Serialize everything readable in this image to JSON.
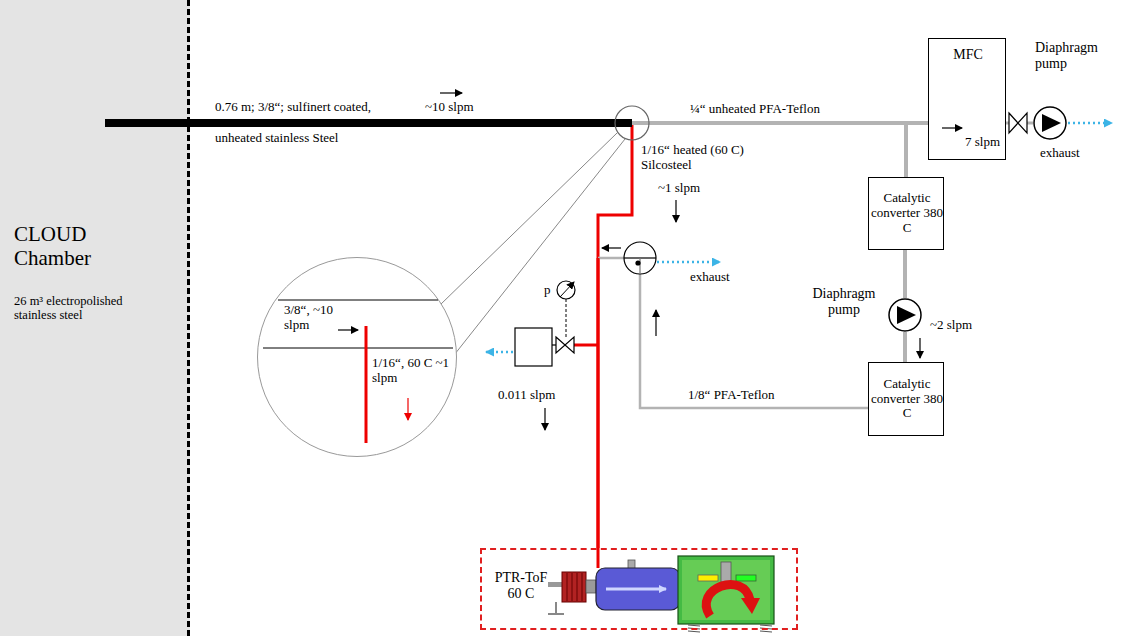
{
  "diagram": {
    "nodes": [
      {
        "text": [
          "CLOUD Chamber",
          "26 m³ electropolished stainless steel"
        ]
      },
      {
        "text": [
          "3/8“, ~10 slpm",
          "1/16“, 60 C ~1 slpm"
        ]
      },
      {
        "text": [
          "MFC",
          "7 slpm"
        ]
      },
      {
        "text": [
          "Diaphragm pump"
        ]
      },
      {
        "text": [
          "Catalytic converter 380 C"
        ]
      },
      {
        "text": [
          "Diaphragm pump"
        ]
      },
      {
        "text": [
          "Catalytic converter 380 C"
        ]
      },
      {
        "text": [
          "PTR-ToF 60 C"
        ]
      }
    ],
    "edges": [
      {
        "from": 0,
        "to": 2,
        "arrow": "none"
      },
      {
        "from": 2,
        "to": 3,
        "arrow": "none"
      },
      {
        "from": 0,
        "to": 4,
        "arrow": "none"
      },
      {
        "from": 4,
        "to": 5,
        "arrow": "none"
      },
      {
        "from": 5,
        "to": 6,
        "arrow": "none"
      },
      {
        "from": 6,
        "to": 7,
        "arrow": "none"
      },
      {
        "from": 0,
        "to": 7,
        "arrow": "none"
      }
    ],
    "labels": [
      "0.76 m; 3/8“; sulfinert coated,",
      "unheated stainless Steel",
      "~10 slpm",
      "¼“ unheated PFA-Teflon",
      "1/16“ heated (60 C) Silcosteel",
      "~1 slpm",
      "exhaust",
      "p",
      "0.011 slpm",
      "~2 slpm",
      "1/8“ PFA-Teflon",
      "exhaust"
    ]
  }
}
